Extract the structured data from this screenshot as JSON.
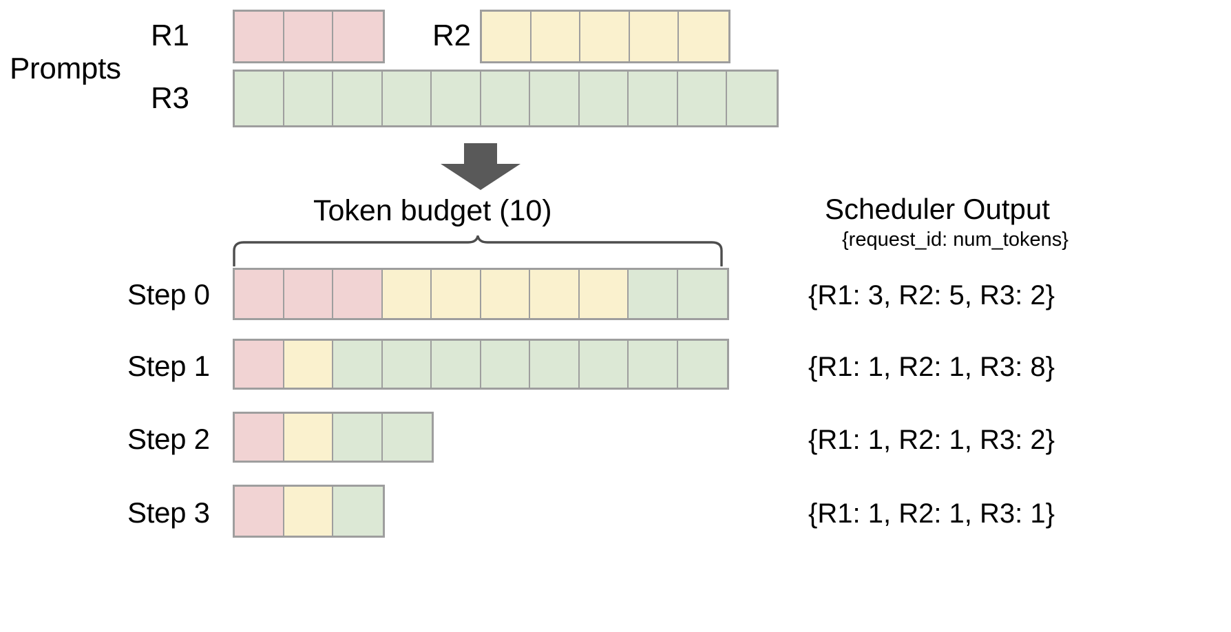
{
  "diagram": {
    "prompts_label": "Prompts",
    "token_budget_label": "Token budget (10)",
    "arrow_icon": "down-arrow-icon",
    "brace_icon": "curly-brace-icon"
  },
  "colors": {
    "r1": "#f1d3d3",
    "r2": "#faf1ce",
    "r3": "#dce8d5",
    "cell_border": "#9e9e9e",
    "arrow": "#595959",
    "brace": "#4d4d4d",
    "text": "#000000",
    "background": "#ffffff"
  },
  "prompts": {
    "rows": [
      {
        "id": "R1",
        "label": "R1",
        "color_key": "r1",
        "num_tokens": 3
      },
      {
        "id": "R2",
        "label": "R2",
        "color_key": "r2",
        "num_tokens": 5
      },
      {
        "id": "R3",
        "label": "R3",
        "color_key": "r3",
        "num_tokens": 11
      }
    ]
  },
  "steps": [
    {
      "label": "Step 0",
      "segments": [
        {
          "request": "R1",
          "color_key": "r1",
          "count": 3
        },
        {
          "request": "R2",
          "color_key": "r2",
          "count": 5
        },
        {
          "request": "R3",
          "color_key": "r3",
          "count": 2
        }
      ],
      "total": 10,
      "output": "{R1: 3, R2: 5, R3: 2}"
    },
    {
      "label": "Step 1",
      "segments": [
        {
          "request": "R1",
          "color_key": "r1",
          "count": 1
        },
        {
          "request": "R2",
          "color_key": "r2",
          "count": 1
        },
        {
          "request": "R3",
          "color_key": "r3",
          "count": 8
        }
      ],
      "total": 10,
      "output": "{R1: 1, R2: 1, R3: 8}"
    },
    {
      "label": "Step 2",
      "segments": [
        {
          "request": "R1",
          "color_key": "r1",
          "count": 1
        },
        {
          "request": "R2",
          "color_key": "r2",
          "count": 1
        },
        {
          "request": "R3",
          "color_key": "r3",
          "count": 2
        }
      ],
      "total": 4,
      "output": "{R1: 1, R2: 1, R3: 2}"
    },
    {
      "label": "Step 3",
      "segments": [
        {
          "request": "R1",
          "color_key": "r1",
          "count": 1
        },
        {
          "request": "R2",
          "color_key": "r2",
          "count": 1
        },
        {
          "request": "R3",
          "color_key": "r3",
          "count": 1
        }
      ],
      "total": 3,
      "output": "{R1: 1, R2: 1, R3: 1}"
    }
  ],
  "scheduler_output": {
    "title": "Scheduler Output",
    "subtitle": "{request_id: num_tokens}",
    "lines": [
      "{R1: 3, R2: 5, R3: 2}",
      "{R1: 1, R2: 1, R3: 8}",
      "{R1: 1, R2: 1, R3: 2}",
      "{R1: 1, R2: 1, R3: 1}"
    ]
  }
}
